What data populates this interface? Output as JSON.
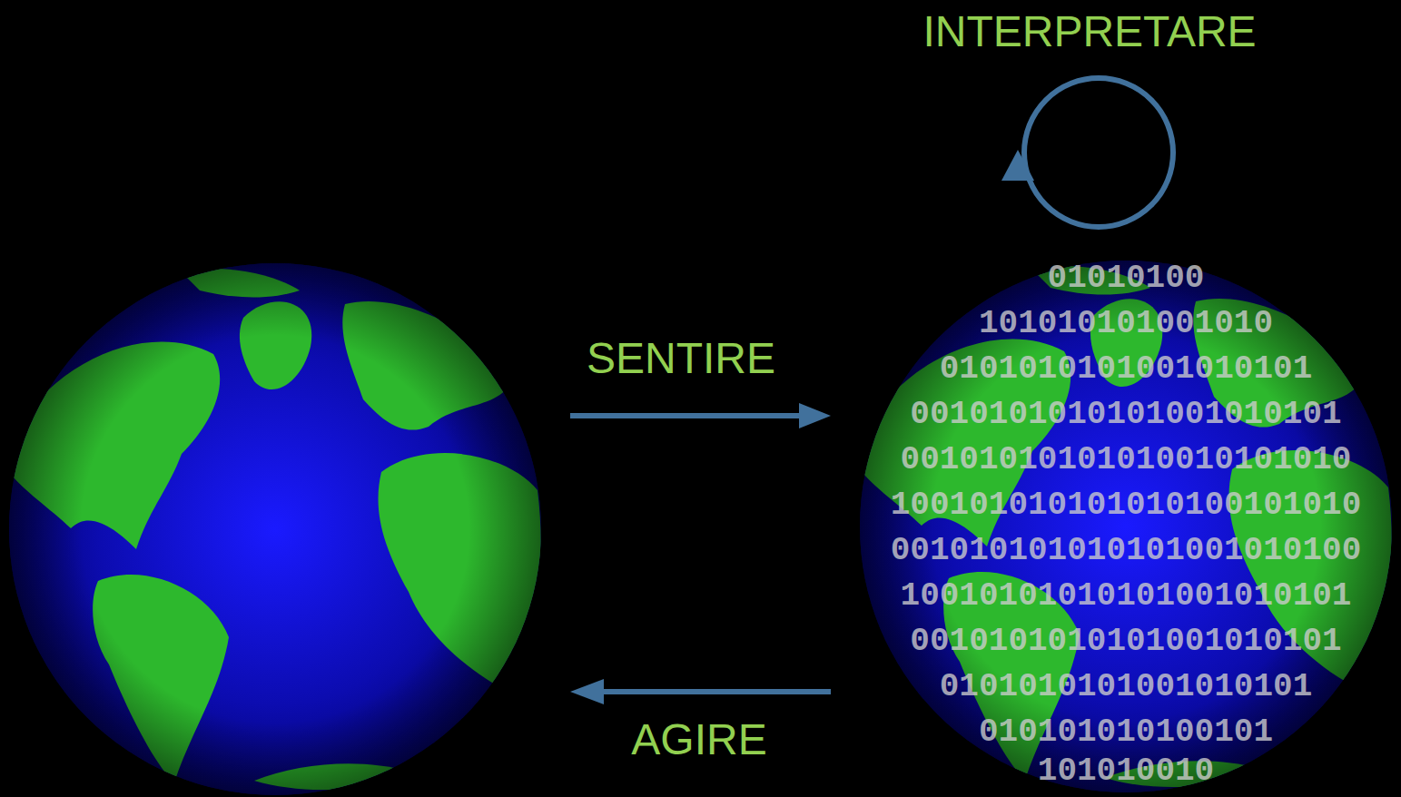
{
  "diagram": {
    "labels": [
      "INTERPRETARE",
      "SENTIRE",
      "AGIRE",
      "01010100",
      "101010101001010",
      "0101010101001010101",
      "0010101010101001010101",
      "00101010101010010101010",
      "100101010101010100101010",
      "001010101010101001010100",
      "10010101010101001010101",
      "0010101010101001010101",
      "0101010101001010101",
      "010101010100101",
      "101010010"
    ]
  }
}
